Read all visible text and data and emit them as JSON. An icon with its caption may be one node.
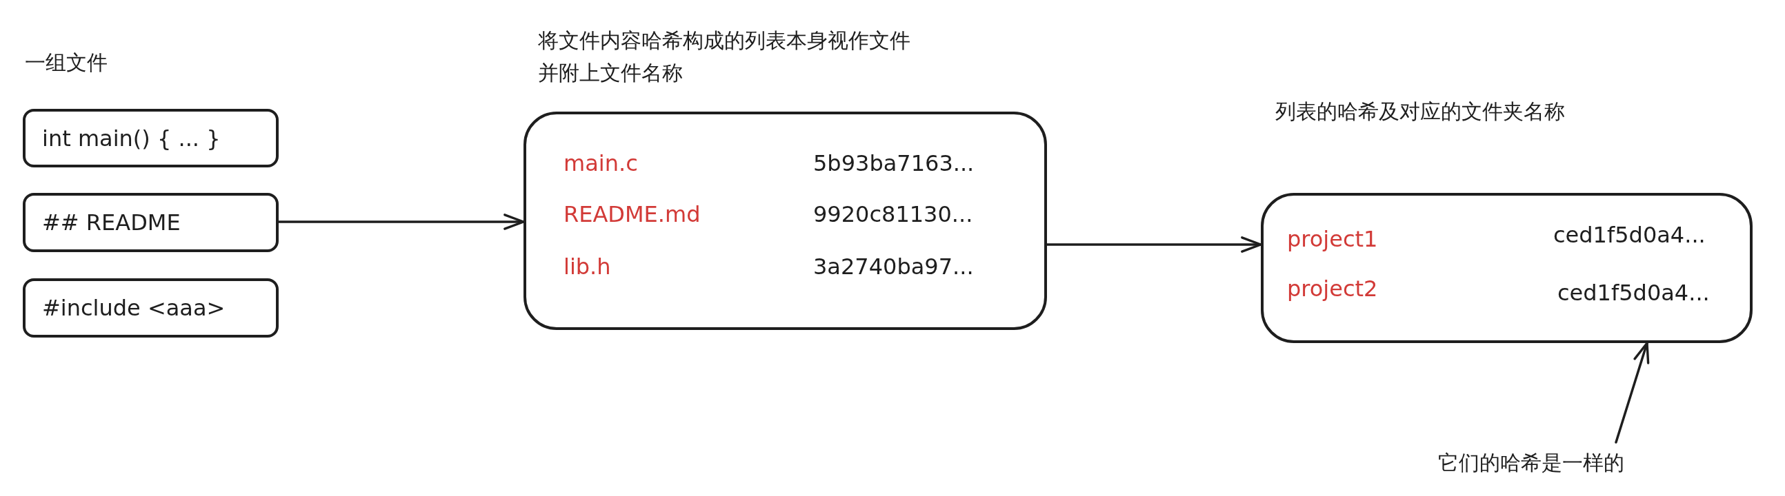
{
  "diagram": {
    "nodes": [
      {
        "text": [
          "int main() { ... }"
        ]
      },
      {
        "text": [
          "## README"
        ]
      },
      {
        "text": [
          "#include <aaa>"
        ]
      },
      {
        "text": [
          "将文件内容哈希构成的列表本身视作文件并附上文件名称",
          "main.c",
          "5b93ba7163...",
          "README.md",
          "9920c81130...",
          "lib.h",
          "3a2740ba97..."
        ]
      },
      {
        "text": [
          "列表的哈希及对应的文件夹名称",
          "project1",
          "ced1f5d0a4...",
          "project2",
          "ced1f5d0a4..."
        ]
      },
      {
        "text": [
          "它们的哈希是一样的"
        ]
      }
    ],
    "edges": [
      {
        "from": 1,
        "to": 3,
        "arrow": "to"
      },
      {
        "from": 3,
        "to": 4,
        "arrow": "to"
      },
      {
        "from": 5,
        "to": 4,
        "arrow": "to"
      }
    ],
    "labels": [
      "一组文件"
    ]
  }
}
